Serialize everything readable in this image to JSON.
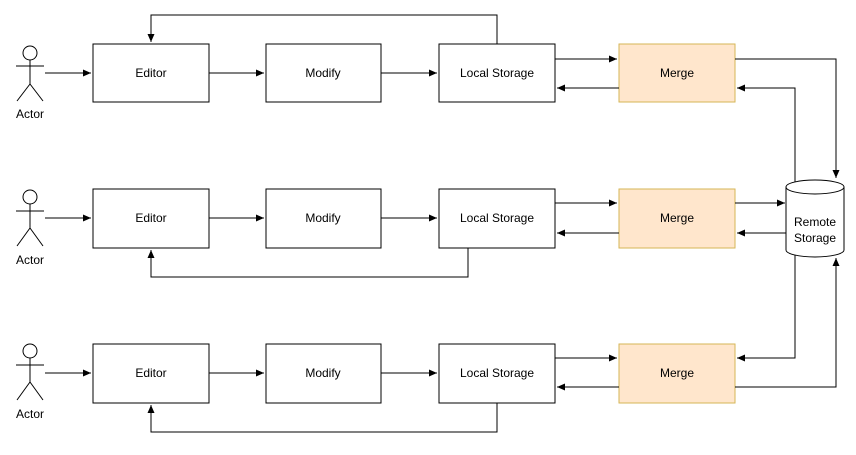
{
  "diagram": {
    "colors": {
      "merge_fill": "#ffe6cc",
      "merge_stroke": "#d6b656",
      "line": "#000000",
      "box_fill": "#ffffff"
    },
    "rows": [
      {
        "actor": "Actor",
        "editor": "Editor",
        "modify": "Modify",
        "local_storage": "Local Storage",
        "merge": "Merge"
      },
      {
        "actor": "Actor",
        "editor": "Editor",
        "modify": "Modify",
        "local_storage": "Local Storage",
        "merge": "Merge"
      },
      {
        "actor": "Actor",
        "editor": "Editor",
        "modify": "Modify",
        "local_storage": "Local Storage",
        "merge": "Merge"
      }
    ],
    "remote_storage": {
      "line1": "Remote",
      "line2": "Storage"
    }
  }
}
